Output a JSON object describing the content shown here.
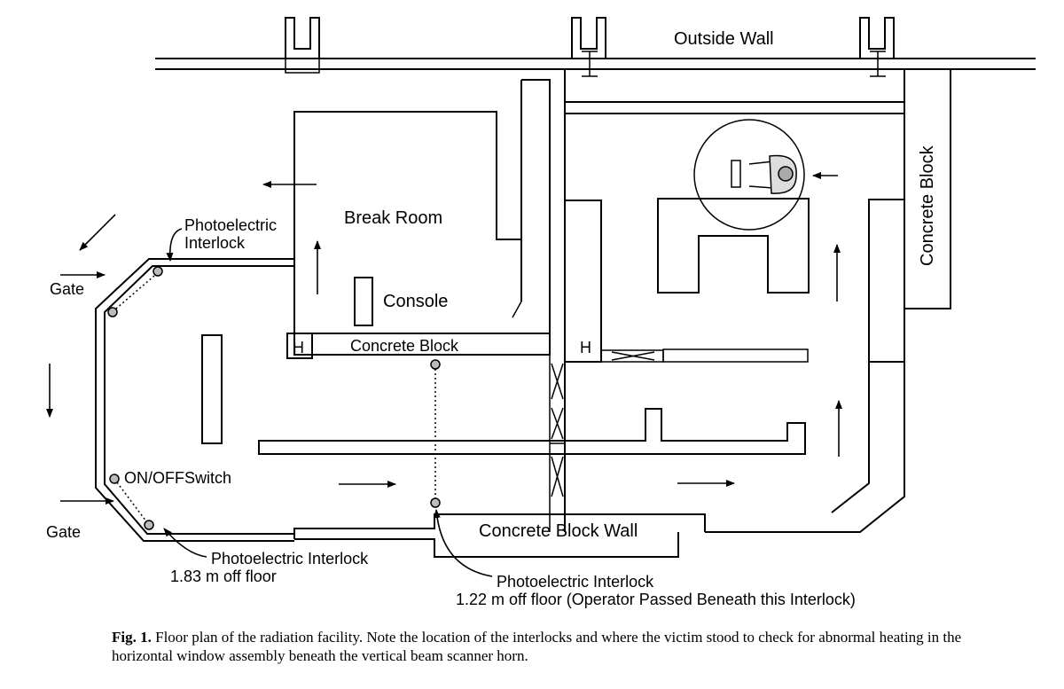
{
  "labels": {
    "outside_wall": "Outside Wall",
    "concrete_block_right": "Concrete Block",
    "break_room": "Break Room",
    "console": "Console",
    "concrete_block_mid": "Concrete Block",
    "concrete_block_wall": "Concrete Block Wall",
    "photo_interlock_top_1": "Photoelectric",
    "photo_interlock_top_2": "Interlock",
    "gate_top": "Gate",
    "gate_bottom": "Gate",
    "on_off_switch": "ON/OFFSwitch",
    "photo_interlock_left_1": "Photoelectric Interlock",
    "photo_interlock_left_2": "1.83  m off floor",
    "photo_interlock_center_1": "Photoelectric Interlock",
    "photo_interlock_center_2": "1.22  m off floor  (Operator Passed Beneath this Interlock)",
    "h_marker_left": "H",
    "h_marker_right": "H"
  },
  "caption": {
    "prefix": "Fig. 1.",
    "text": "Floor plan of the radiation facility. Note the location of the interlocks and where the victim stood to check for abnormal heating in the horizontal window assembly beneath the vertical beam scanner horn."
  }
}
